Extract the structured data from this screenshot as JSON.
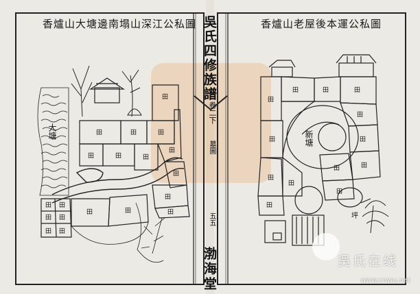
{
  "spread": {
    "left_title": "香爐山大塘邊南塌山深江公私圖",
    "right_title": "香爐山老屋後本運公私圖",
    "book_title": "吳氏四修族譜",
    "volume": "卷二下",
    "section": "墓圖",
    "page_number": "五五",
    "hall_name": "渤海堂"
  },
  "map_labels": {
    "field": "田",
    "pond": "大塘",
    "new_pond": "新塘",
    "slope": "坪"
  },
  "watermark": {
    "name": "吳氏在线",
    "url": "www.cnwu.net"
  }
}
